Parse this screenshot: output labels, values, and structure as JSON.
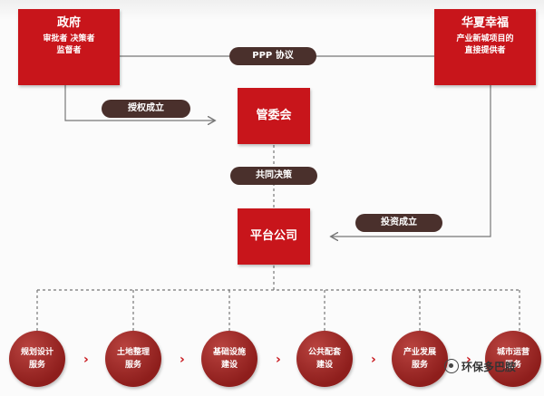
{
  "government": {
    "title": "政府",
    "line1": "审批者 决策者",
    "line2": "监督者"
  },
  "huaxia": {
    "title": "华夏幸福",
    "line1": "产业新城项目的",
    "line2": "直接提供者"
  },
  "connectors": {
    "ppp": "PPP 协议",
    "authorized": "授权成立",
    "joint": "共同决策",
    "invest": "投资成立"
  },
  "management": {
    "title": "管委会"
  },
  "platform": {
    "title": "平台公司"
  },
  "services": [
    {
      "line1": "规划设计",
      "line2": "服务"
    },
    {
      "line1": "土地整理",
      "line2": "服务"
    },
    {
      "line1": "基础设施",
      "line2": "建设"
    },
    {
      "line1": "公共配套",
      "line2": "建设"
    },
    {
      "line1": "产业发展",
      "line2": "服务"
    },
    {
      "line1": "城市运营",
      "line2": "服务"
    }
  ],
  "watermark": {
    "text": "环保多巴胺"
  },
  "colors": {
    "box_red": "#c8151b",
    "pill_brown": "#4a302c",
    "circle_red": "#a3302d",
    "line_gray": "#777777"
  }
}
